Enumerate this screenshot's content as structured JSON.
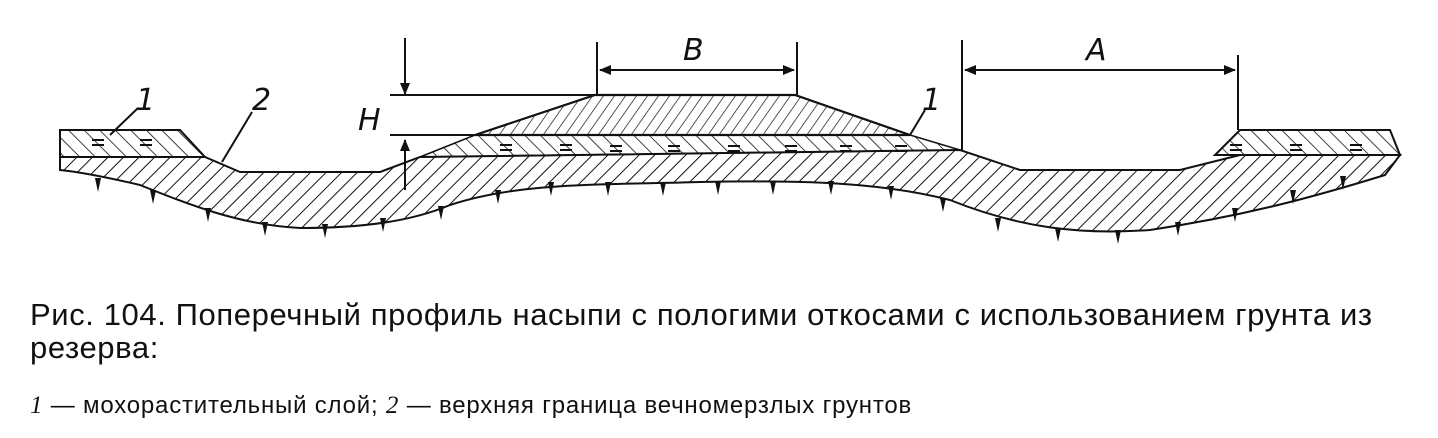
{
  "figure": {
    "labels": {
      "moss_layer_left": "1",
      "permafrost_boundary": "2",
      "height": "H",
      "crest_width": "B",
      "berm_width": "A",
      "moss_layer_right": "1"
    }
  },
  "caption": {
    "text": "Рис. 104. Поперечный профиль насыпи с пологими откосами с использованием грунта из резерва:"
  },
  "legend": {
    "item1_num": "1",
    "item1_text": " — мохорастительный слой; ",
    "item2_num": "2",
    "item2_text": " — верхняя граница вечномерзлых грунтов"
  },
  "colors": {
    "ink": "#111111",
    "paper": "#ffffff"
  }
}
